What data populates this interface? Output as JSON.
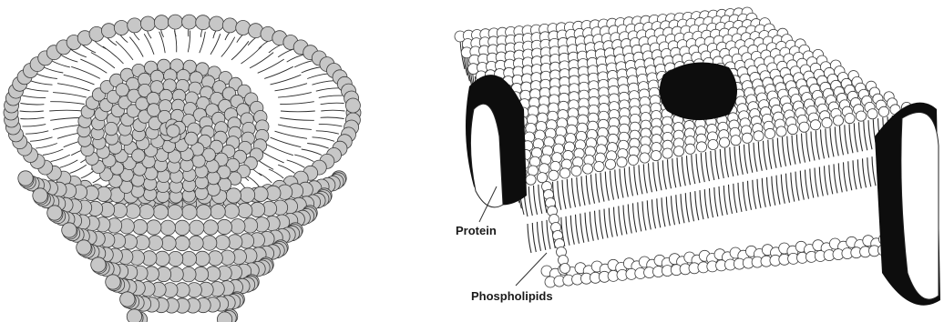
{
  "labels": {
    "protein": "Protein",
    "phospholipids": "Phospholipids"
  },
  "colors": {
    "liposome_head_fill": "#c7c7c7",
    "head_stroke": "#3a3a3a",
    "tail_stroke": "#2a2a2a",
    "membrane_head_fill": "#ffffff",
    "protein_dark": "#0d0d0d",
    "protein_light": "#ffffff"
  },
  "icons": [
    "liposome-cross-section-illustration",
    "membrane-bilayer-with-proteins-illustration"
  ]
}
